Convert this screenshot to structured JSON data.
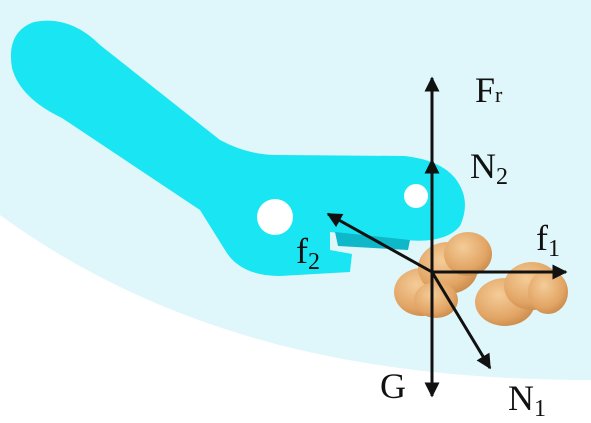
{
  "colors": {
    "background_zone": "#dff6fb",
    "arm": "#19e6f2",
    "arm_slot": "#0fb8c8",
    "particle": "#eab57b",
    "particle_shadow": "#c98e52",
    "arrow": "#111111"
  },
  "labels": {
    "Fr": {
      "main": "F",
      "sub": "r"
    },
    "N2": {
      "main": "N",
      "sub": "2"
    },
    "f1": {
      "main": "f",
      "sub": "1"
    },
    "f2": {
      "main": "f",
      "sub": "2"
    },
    "G": {
      "main": "G",
      "sub": ""
    },
    "N1": {
      "main": "N",
      "sub": "1"
    }
  },
  "icons": {
    "arm": "robot-arm-shape",
    "particles": "granule-cluster",
    "force_arrows": "arrow-icon"
  }
}
